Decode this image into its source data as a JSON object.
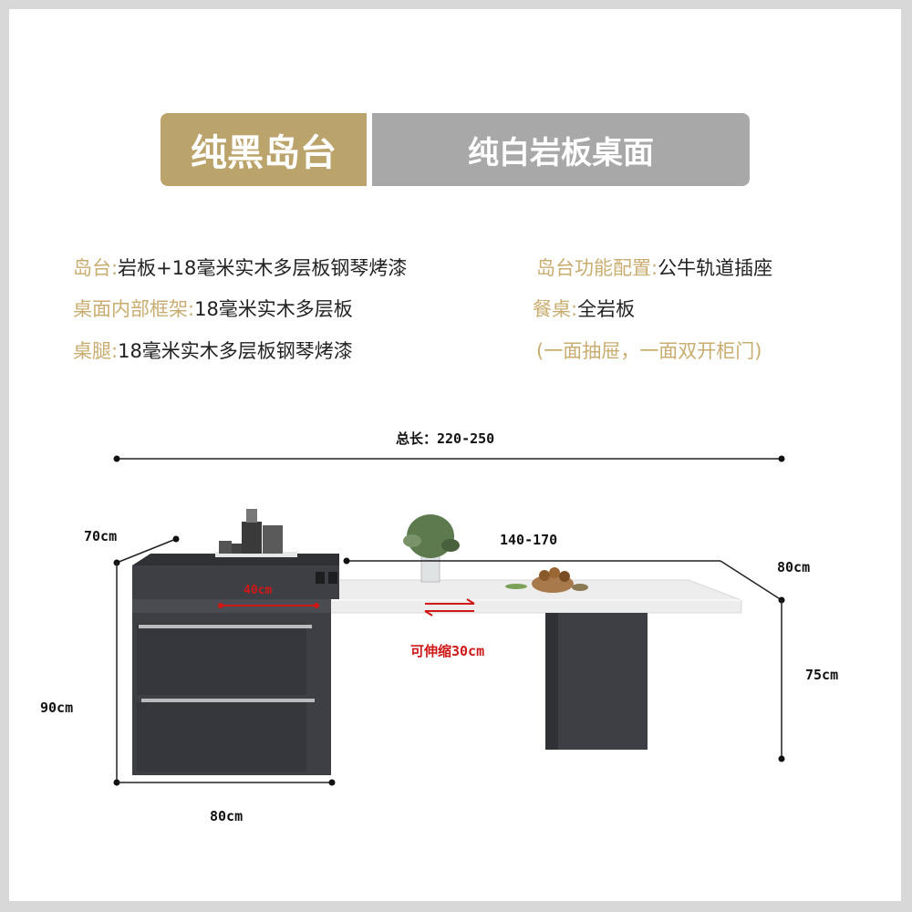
{
  "tabs": {
    "black": "纯黑岛台",
    "white": "纯白岩板桌面"
  },
  "specs": [
    {
      "key": "岛台:",
      "value": "岩板+18毫米实木多层板钢琴烤漆"
    },
    {
      "key": "桌面内部框架:",
      "value": "18毫米实木多层板"
    },
    {
      "key": "桌腿:",
      "value": "18毫米实木多层板钢琴烤漆"
    },
    {
      "key": "岛台功能配置:",
      "value": "公牛轨道插座"
    },
    {
      "key": "餐桌:",
      "value": "全岩板"
    }
  ],
  "note": "(一面抽屉，一面双开柜门)",
  "dimensions": {
    "total": "总长：220-250",
    "depth_island": "70cm",
    "height_island": "90cm",
    "width_island": "80cm",
    "table_length": "140-170",
    "table_depth": "80cm",
    "table_height": "75cm",
    "inner": "40cm",
    "extend": "可伸缩30cm"
  },
  "colors": {
    "gold": "#bba46c",
    "gray_tab": "#a8a8a8",
    "cabinet": "#3d3f44",
    "accent_red": "#d01818"
  }
}
